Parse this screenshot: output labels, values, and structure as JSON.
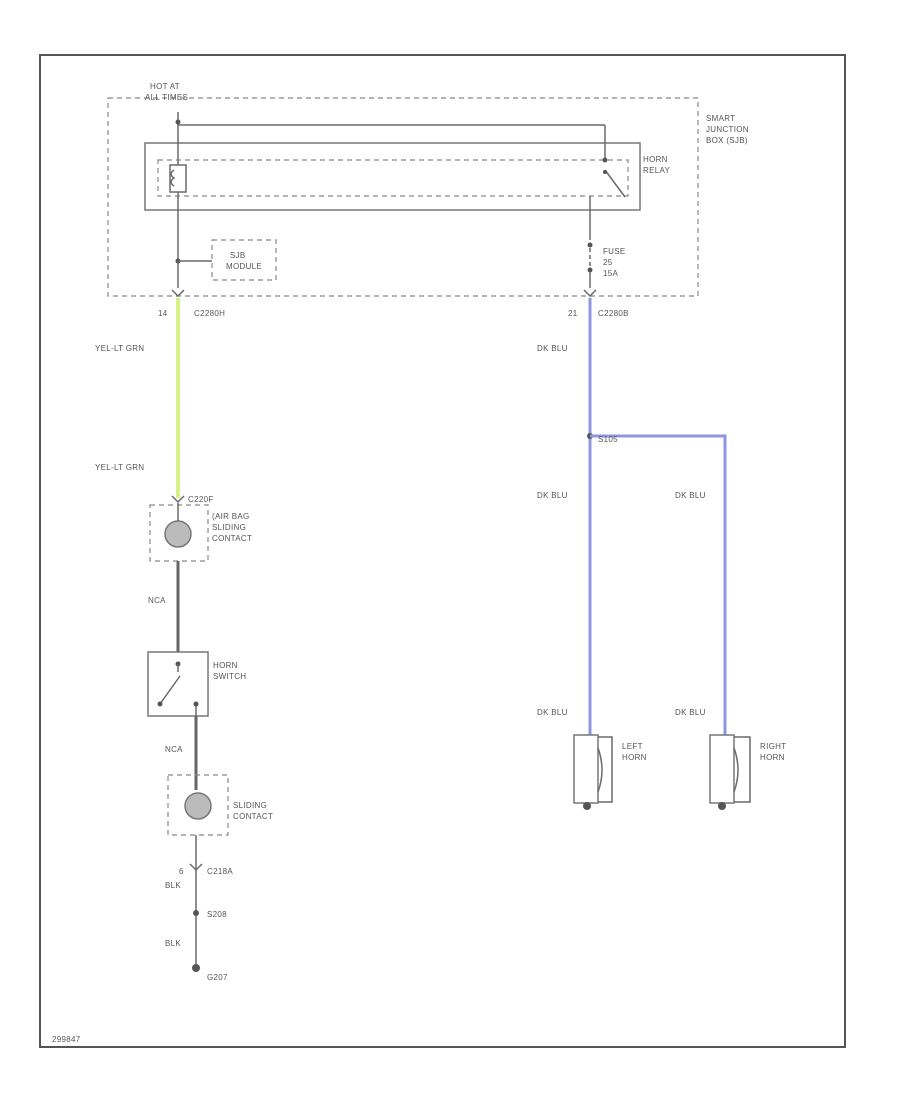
{
  "labels": {
    "hot_at_all_times": [
      "HOT AT",
      "ALL TIMES"
    ],
    "smart_junction_box": [
      "SMART",
      "JUNCTION",
      "BOX (SJB)"
    ],
    "horn_relay": [
      "HORN",
      "RELAY"
    ],
    "fuse": [
      "FUSE",
      "25",
      "15A"
    ],
    "sjb_module": [
      "SJB",
      "MODULE"
    ],
    "pin_left": "14",
    "connector_left": "C2280H",
    "pin_right": "21",
    "connector_right": "C2280B",
    "wire_yel_grn_top": "YEL-LT GRN",
    "wire_yel_grn_bottom": "YEL-LT GRN",
    "connector_c220f": "C220F",
    "air_bag_sliding_contact": [
      "(AIR BAG",
      "SLIDING",
      "CONTACT"
    ],
    "wire_nca_upper": "NCA",
    "horn_switch": [
      "HORN",
      "SWITCH"
    ],
    "wire_nca_lower": "NCA",
    "sliding_contact": [
      "SLIDING",
      "CONTACT"
    ],
    "pin_6": "6",
    "connector_c218a": "C218A",
    "wire_blk_upper": "BLK",
    "splice_s208": "S208",
    "wire_blk_lower": "BLK",
    "ground_g207": "G207",
    "wire_dk_blu_top": "DK BLU",
    "splice_s105": "S105",
    "wire_dk_blu_mid_left": "DK BLU",
    "wire_dk_blu_mid_right": "DK BLU",
    "wire_dk_blu_low_left": "DK BLU",
    "wire_dk_blu_low_right": "DK BLU",
    "left_horn": [
      "LEFT",
      "HORN"
    ],
    "right_horn": [
      "RIGHT",
      "HORN"
    ],
    "figure_id": "299847"
  },
  "colors": {
    "yel_lt_grn": "#d6f08a",
    "dk_blu": "#8f96e0",
    "wire": "#6a6a6a"
  }
}
